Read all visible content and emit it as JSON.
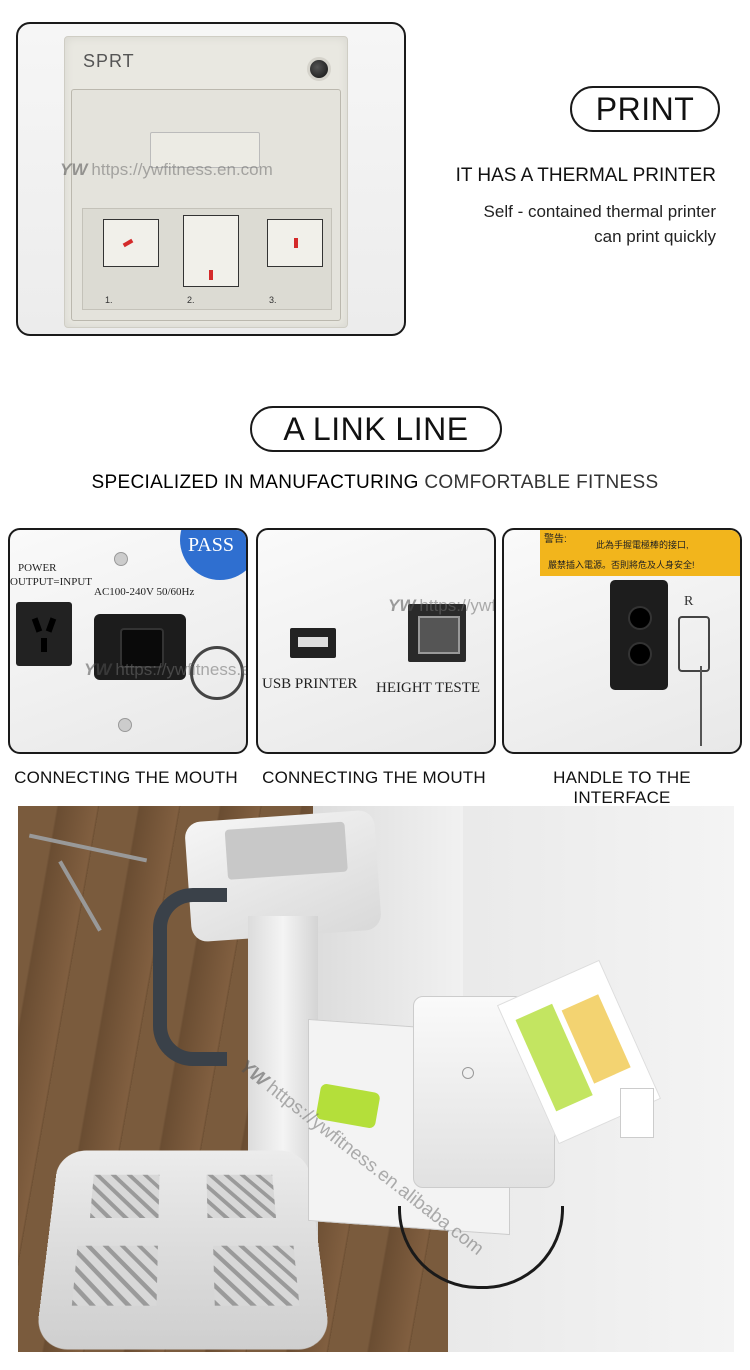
{
  "printer_section": {
    "brand": "SPRT",
    "steps": [
      "1.",
      "2.",
      "3."
    ],
    "watermark_text": "https://ywfitness.en.alibaba.com",
    "watermark_short": "https://ywfitness.en.com",
    "watermark_logo": "YW",
    "pill_label": "PRINT",
    "subtitle": "IT HAS A THERMAL PRINTER",
    "description_line1": "Self - contained thermal printer",
    "description_line2": "can print quickly"
  },
  "link_section": {
    "pill_label": "A LINK LINE",
    "tagline_bold": "SPECIALIZED IN MANUFACTURING",
    "tagline_light": "COMFORTABLE FITNESS"
  },
  "ports": [
    {
      "caption": "CONNECTING THE MOUTH",
      "labels": [
        "POWER",
        "OUTPUT=INPUT",
        "AC100-240V  50/60Hz",
        "PASS"
      ]
    },
    {
      "caption": "CONNECTING THE MOUTH",
      "labels": [
        "USB PRINTER",
        "HEIGHT TESTE"
      ]
    },
    {
      "caption": "HANDLE TO THE INTERFACE",
      "labels": [
        "警告:",
        "此為手握電極棒的接口,",
        "嚴禁插入電源。否則將危及人身安全!",
        "R"
      ]
    }
  ],
  "colors": {
    "border": "#1a1a1a",
    "accent_red": "#d42a2a",
    "warning_yellow": "#f2b51c",
    "pass_blue": "#2f6fd0",
    "apple_green": "#b4df3a"
  }
}
